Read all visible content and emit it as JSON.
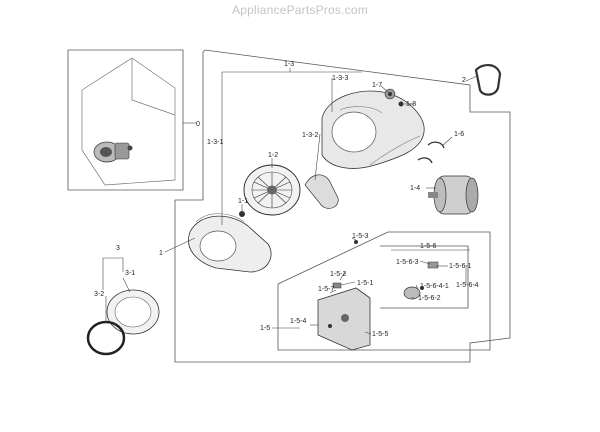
{
  "watermark": "AppliancePartsPros.com",
  "callouts": {
    "c0": "0",
    "c1": "1",
    "c1_1": "1-1",
    "c1_2": "1-2",
    "c1_3": "1-3",
    "c1_3_1": "1-3-1",
    "c1_3_2": "1-3-2",
    "c1_3_3": "1-3-3",
    "c1_4": "1-4",
    "c1_5": "1-5",
    "c1_5_1": "1-5-1",
    "c1_5_2": "1-5-2",
    "c1_5_3": "1-5-3",
    "c1_5_4": "1-5-4",
    "c1_5_5": "1-5-5",
    "c1_5_6": "1-5-6",
    "c1_5_6_1": "1-5-6-1",
    "c1_5_6_2": "1-5-6-2",
    "c1_5_6_3": "1-5-6-3",
    "c1_5_6_4": "1-5-6-4",
    "c1_5_6_4_1": "1-5-6-4-1",
    "c1_5_7": "1-5-7",
    "c1_6": "1-6",
    "c1_7": "1-7",
    "c1_8": "1-8",
    "c2": "2",
    "c3": "3",
    "c3_1": "3-1",
    "c3_2": "3-2"
  }
}
